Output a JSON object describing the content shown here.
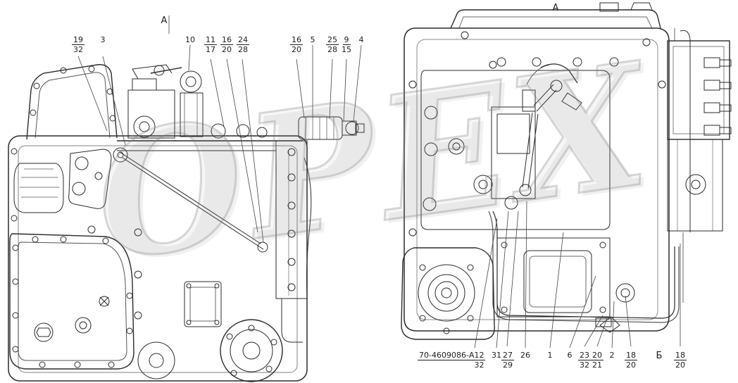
{
  "watermark": "ОРЕХ",
  "part_number": "70-4609086-А",
  "view_labels": {
    "left": "A",
    "right": "A"
  },
  "callouts_top": [
    {
      "primary": "19",
      "secondary": "32"
    },
    {
      "primary": "3",
      "secondary": ""
    },
    {
      "primary": "10",
      "secondary": ""
    },
    {
      "primary": "11",
      "secondary": "17"
    },
    {
      "primary": "16",
      "secondary": "20"
    },
    {
      "primary": "24",
      "secondary": "28"
    },
    {
      "primary": "16",
      "secondary": "20"
    },
    {
      "primary": "5",
      "secondary": ""
    },
    {
      "primary": "25",
      "secondary": "28"
    },
    {
      "primary": "9",
      "secondary": "15"
    },
    {
      "primary": "4",
      "secondary": ""
    }
  ],
  "callouts_bottom": [
    {
      "primary": "12",
      "secondary": "32"
    },
    {
      "primary": "31",
      "secondary": ""
    },
    {
      "primary": "27",
      "secondary": "29"
    },
    {
      "primary": "26",
      "secondary": ""
    },
    {
      "primary": "1",
      "secondary": ""
    },
    {
      "primary": "6",
      "secondary": ""
    },
    {
      "primary": "23",
      "secondary": "32"
    },
    {
      "primary": "20",
      "secondary": "21"
    },
    {
      "primary": "2",
      "secondary": ""
    },
    {
      "primary": "18",
      "secondary": "20"
    },
    {
      "primary": "Б",
      "secondary": ""
    },
    {
      "primary": "18",
      "secondary": "20"
    }
  ]
}
